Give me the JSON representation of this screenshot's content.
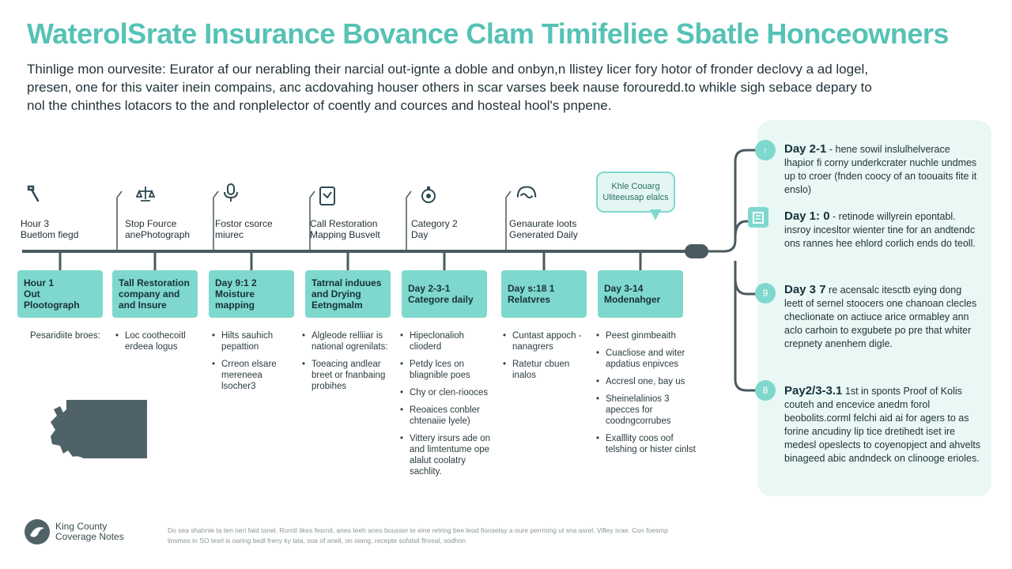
{
  "header": {
    "title": "WaterolSrate Insurance Bovance Clam Timifeliee Sbatle Honceowners",
    "intro": "Thinlige mon ourvesite: Eurator af our nerabling their narcial out-ignte a doble and onbyn,n llistey licer fory hotor of fronder declovy a ad logel, presen, one for this vaiter inein compains, anc acdovahing houser others in scar varses beek nause forouredd.to whikle sigh sebace depary to nol the chinthes lotacors to the and ronplelector of coently and cources and hosteal hool's pnpene."
  },
  "timeline": {
    "stages": [
      {
        "icon": "hammer-icon",
        "top_label": "Hour 3\nBuetlom fiegd",
        "box": "Hour 1\nOut Plootograph",
        "bulleted": false,
        "notes": [
          "Pesaridiite broes:"
        ]
      },
      {
        "icon": "scale-icon",
        "top_label": "Stop Fource\nanePhotograph",
        "box": "Tall Restoration company and and Insure",
        "bulleted": true,
        "notes": [
          "Loc coothecoitl erdeea logus"
        ]
      },
      {
        "icon": "microphone-icon",
        "top_label": "Fostor csorce\nmiurec",
        "box": "Day 9:1 2\nMoisture mapping",
        "bulleted": true,
        "notes": [
          "Hilts sauhich pepattion",
          "Crreon elsare mereneea lsocher3"
        ]
      },
      {
        "icon": "document-icon",
        "top_label": "Call Restoration\nMapping Busvelt",
        "box": "Tatrnal induues and Drying Eetngmalm",
        "bulleted": true,
        "notes": [
          "Algleode relliiar is national ogrenilats:",
          "Toeacing andlear breet or fnanbaing probihes"
        ]
      },
      {
        "icon": "fire-extinguisher-icon",
        "top_label": "Category 2\nDay",
        "box": "Day 2-3-1\nCategore daily",
        "bulleted": true,
        "notes": [
          "Hipeclonalioh clioderd",
          "Petdy lces on bliagnible poes",
          "Chy or clen-riooces",
          "Reoaices conbler chtenaiie lyele)",
          "Vittery irsurs ade on and limtentume ope alalut coolatry sachlity."
        ]
      },
      {
        "icon": "water-wave-icon",
        "top_label": "Genaurate loots\nGenerated Daily",
        "box": "Day s:18 1\nRelatvres",
        "bulleted": true,
        "notes": [
          "Cuntast appoch - nanagrers",
          "Ratetur cbuen inalos"
        ]
      },
      {
        "icon": "none",
        "top_label": "",
        "box": "Day 3-14\nModenahger",
        "bulleted": true,
        "notes": [
          "Peest ginmbeaith",
          "Cuacliose and witer apdatius enpivces",
          "Accresl one, bay us",
          "Sheinelalinios 3 apecces for coodngcorrubes",
          "Exalllity coos oof telshing or hister cinlst"
        ]
      }
    ],
    "bubble": "Khle Couarg\nUliteeusap elalcs"
  },
  "panel": {
    "items": [
      {
        "node": "↑",
        "phase": "Day 2-1",
        "text": "- hene sowil inslulhelverace lhapior fi corny underkcrater nuchle undmes up to croer (fnden coocy of an toouaits fite it enslo)"
      },
      {
        "node": "icon",
        "phase": "Day 1: 0",
        "text": "- retinode willyrein epontabl. insroy incesltor wienter tine for an andtendc ons rannes hee ehlord corlich ends do teoll."
      },
      {
        "node": "9",
        "phase": "Day 3 7",
        "text": "re acensalc itesctb eying dong leett of sernel stoocers one chanoan clecles checlionate on actiuce arice ormabley ann aclo carhoin to exgubete po pre that whiter crepnety anenhem digle."
      },
      {
        "node": "8",
        "phase": "Pay2/3-3.1",
        "text": "1st in sponts Proof of Kolis couteh and encevice anedm forol beobolits.corml felchi aid ai for agers to as forine ancudiny lip tice dretihedt iset ire medesl opeslects to coyenopject and ahvelts binageed abic andndeck on clinooge erioles."
      }
    ]
  },
  "footer": {
    "title": "King County\nCoverage Notes",
    "note": "Do sea shahnie ta ten neri fatd tanel. Rorntl likes fesrnit, anes teeh anes bousser te eine retring bee leod fionselay a oure perrming ut sna asrel. Vifley srae. Con foesmp linsmes in SO tesrl is oaring bedl freny ky lala, soa of anell, on oiang, recepte sofalsit flnreal, sodhon"
  },
  "colors": {
    "accent": "#55c2b5",
    "box_fill": "#7fd8cd",
    "panel_fill": "#e9f8f5",
    "line": "#4a5a60",
    "map": "#4f6268"
  }
}
